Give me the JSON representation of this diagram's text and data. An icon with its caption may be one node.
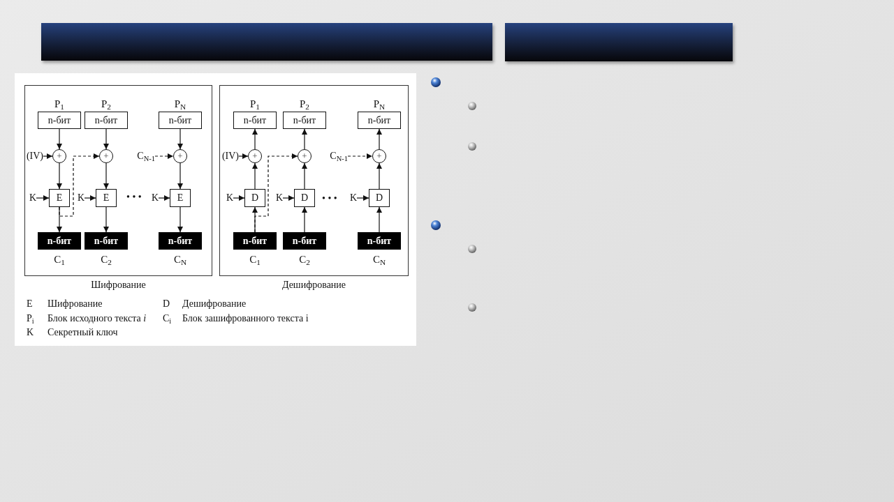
{
  "diagram": {
    "nodes": [
      {
        "text": [
          "Шифрование"
        ]
      },
      {
        "text": [
          "n-бит"
        ],
        "in": 0,
        "beside": [
          "P$_{1}$"
        ]
      },
      {
        "text": [
          "n-бит"
        ],
        "in": 0,
        "beside": [
          "P$_{2}$"
        ]
      },
      {
        "text": [
          "n-бит"
        ],
        "in": 0,
        "beside": [
          "P$_{N}$"
        ]
      },
      {
        "text": [
          "(IV)"
        ],
        "in": 0
      },
      {
        "text": [
          "+"
        ],
        "in": 0
      },
      {
        "text": [
          "+"
        ],
        "in": 0
      },
      {
        "text": [
          "C$_{N-1}$"
        ],
        "in": 0
      },
      {
        "text": [
          "+"
        ],
        "in": 0
      },
      {
        "text": [
          "K"
        ],
        "in": 0
      },
      {
        "text": [
          "E"
        ],
        "in": 0
      },
      {
        "text": [
          "K"
        ],
        "in": 0
      },
      {
        "text": [
          "E"
        ],
        "in": 0
      },
      {
        "text": [
          "K"
        ],
        "in": 0
      },
      {
        "text": [
          "E"
        ],
        "in": 0
      },
      {
        "text": [
          "n-бит"
        ],
        "in": 0,
        "beside": [
          "C$_{1}$"
        ]
      },
      {
        "text": [
          "n-бит"
        ],
        "in": 0,
        "beside": [
          "C$_{2}$"
        ]
      },
      {
        "text": [
          "n-бит"
        ],
        "in": 0,
        "beside": [
          "C$_{N}$"
        ]
      },
      {
        "text": [
          "Дешифрование"
        ]
      },
      {
        "text": [
          "n-бит"
        ],
        "in": 18,
        "beside": [
          "P$_{1}$"
        ]
      },
      {
        "text": [
          "n-бит"
        ],
        "in": 18,
        "beside": [
          "P$_{2}$"
        ]
      },
      {
        "text": [
          "n-бит"
        ],
        "in": 18,
        "beside": [
          "P$_{N}$"
        ]
      },
      {
        "text": [
          "(IV)"
        ],
        "in": 18
      },
      {
        "text": [
          "+"
        ],
        "in": 18
      },
      {
        "text": [
          "+"
        ],
        "in": 18
      },
      {
        "text": [
          "C$_{N-1}$"
        ],
        "in": 18
      },
      {
        "text": [
          "+"
        ],
        "in": 18
      },
      {
        "text": [
          "K"
        ],
        "in": 18
      },
      {
        "text": [
          "D"
        ],
        "in": 18
      },
      {
        "text": [
          "K"
        ],
        "in": 18
      },
      {
        "text": [
          "D"
        ],
        "in": 18
      },
      {
        "text": [
          "K"
        ],
        "in": 18
      },
      {
        "text": [
          "D"
        ],
        "in": 18
      },
      {
        "text": [
          "n-бит"
        ],
        "in": 18,
        "beside": [
          "C$_{1}$"
        ]
      },
      {
        "text": [
          "n-бит"
        ],
        "in": 18,
        "beside": [
          "C$_{2}$"
        ]
      },
      {
        "text": [
          "n-бит"
        ],
        "in": 18,
        "beside": [
          "C$_{N}$"
        ]
      },
      {
        "text": [],
        "shape": "bar"
      },
      {
        "text": [],
        "shape": "bar"
      }
    ],
    "edges": [
      {
        "from": 1,
        "to": 5,
        "arrow": "to"
      },
      {
        "from": 4,
        "to": 5,
        "arrow": "to"
      },
      {
        "from": 5,
        "to": 10,
        "arrow": "to"
      },
      {
        "from": 9,
        "to": 10,
        "arrow": "to"
      },
      {
        "from": 10,
        "to": 15,
        "arrow": "to"
      },
      {
        "from": 10,
        "to": 6,
        "arrow": "to",
        "style": "dashed"
      },
      {
        "from": 2,
        "to": 6,
        "arrow": "to"
      },
      {
        "from": 6,
        "to": 12,
        "arrow": "to"
      },
      {
        "from": 11,
        "to": 12,
        "arrow": "to"
      },
      {
        "from": 12,
        "to": 16,
        "arrow": "to"
      },
      {
        "from": 7,
        "to": 8,
        "arrow": "to",
        "style": "dashed"
      },
      {
        "from": 3,
        "to": 8,
        "arrow": "to"
      },
      {
        "from": 8,
        "to": 14,
        "arrow": "to"
      },
      {
        "from": 13,
        "to": 14,
        "arrow": "to"
      },
      {
        "from": 14,
        "to": 17,
        "arrow": "to"
      },
      {
        "from": 33,
        "to": 28,
        "arrow": "to"
      },
      {
        "from": 28,
        "to": 23,
        "arrow": "to"
      },
      {
        "from": 23,
        "to": 19,
        "arrow": "to"
      },
      {
        "from": 22,
        "to": 23,
        "arrow": "to"
      },
      {
        "from": 27,
        "to": 28,
        "arrow": "to"
      },
      {
        "from": 33,
        "to": 24,
        "arrow": "to",
        "style": "dashed"
      },
      {
        "from": 34,
        "to": 30,
        "arrow": "to"
      },
      {
        "from": 30,
        "to": 24,
        "arrow": "to"
      },
      {
        "from": 24,
        "to": 20,
        "arrow": "to"
      },
      {
        "from": 29,
        "to": 30,
        "arrow": "to"
      },
      {
        "from": 25,
        "to": 26,
        "arrow": "to",
        "style": "dashed"
      },
      {
        "from": 35,
        "to": 32,
        "arrow": "to"
      },
      {
        "from": 32,
        "to": 26,
        "arrow": "to"
      },
      {
        "from": 26,
        "to": 21,
        "arrow": "to"
      },
      {
        "from": 31,
        "to": 32,
        "arrow": "to"
      }
    ],
    "labels": [
      "• • •",
      "• • •",
      "E",
      "Шифрование",
      "D",
      "Дешифрование",
      "P$_{i}$",
      "Блок исходного текста *i*",
      "C$_{i}$",
      "Блок зашифрованного текста i",
      "K",
      "Секретный ключ"
    ]
  }
}
